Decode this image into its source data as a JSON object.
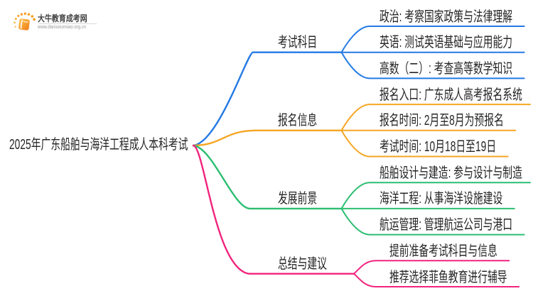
{
  "logo": {
    "icon": "book-icon",
    "brand": "大牛教育成考网",
    "url": "www.daniuxuexiao.org.cn"
  },
  "central_topic": "2025年广东船舶与海洋工程成人本科考试",
  "branches": [
    {
      "label": "考试科目",
      "color": "#2479E4",
      "children": [
        "政治: 考察国家政策与法律理解",
        "英语: 测试英语基础与应用能力",
        "高数（二）: 考查高等数学知识"
      ]
    },
    {
      "label": "报名信息",
      "color": "#F5A623",
      "children": [
        "报名入口: 广东成人高考报名系统",
        "报名时间: 2月至8月为预报名",
        "考试时间: 10月18日至19日"
      ]
    },
    {
      "label": "发展前景",
      "color": "#2CBE71",
      "children": [
        "船舶设计与建造: 参与设计与制造",
        "海洋工程: 从事海洋设施建设",
        "航运管理: 管理航运公司与港口"
      ]
    },
    {
      "label": "总结与建议",
      "color": "#F1247E",
      "children": [
        "提前准备考试科目与信息",
        "推荐选择菲鱼教育进行辅导"
      ]
    }
  ],
  "theme": {
    "background": "#FFFFFF",
    "text_color": "#262626",
    "brand_orange": "#F59A23"
  }
}
